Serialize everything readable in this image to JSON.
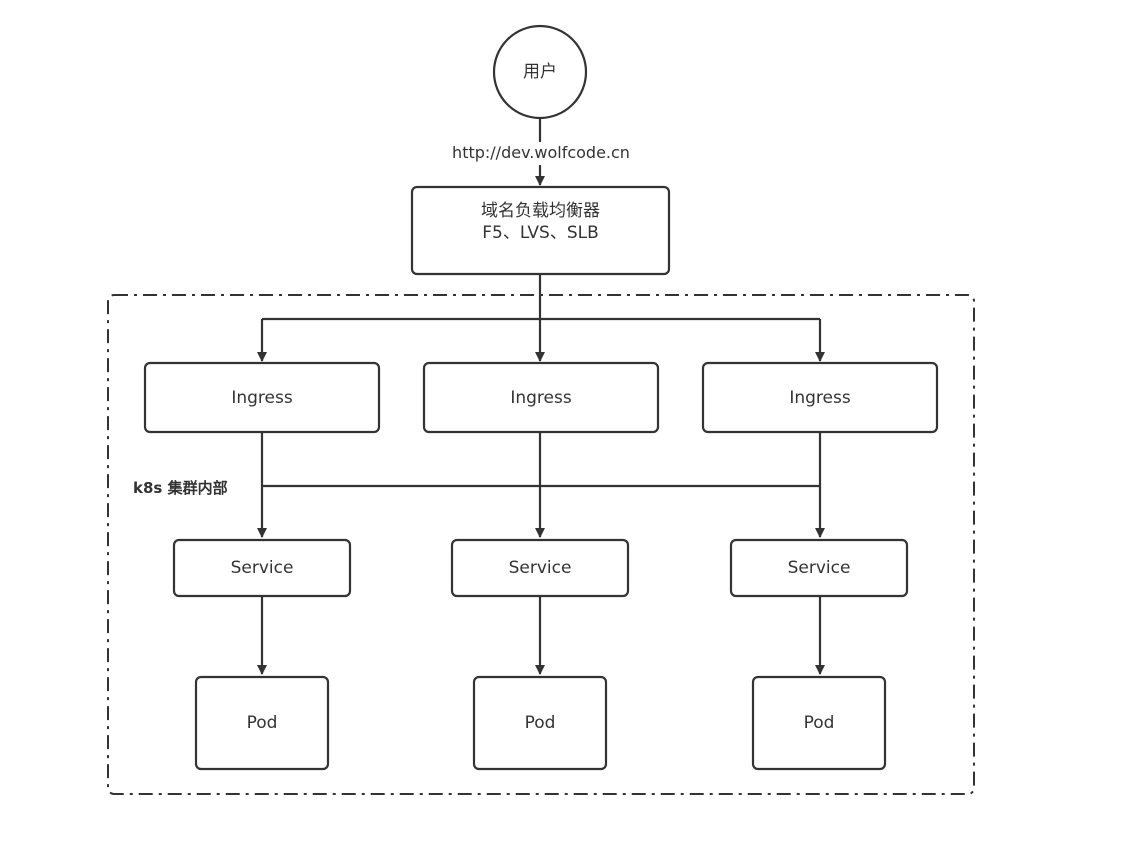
{
  "user": {
    "label": "用户"
  },
  "edge_label": "http://dev.wolfcode.cn",
  "load_balancer": {
    "title": "域名负载均衡器",
    "subtitle": "F5、LVS、SLB"
  },
  "cluster": {
    "label": "k8s 集群内部"
  },
  "ingress": [
    {
      "label": "Ingress"
    },
    {
      "label": "Ingress"
    },
    {
      "label": "Ingress"
    }
  ],
  "service": [
    {
      "label": "Service"
    },
    {
      "label": "Service"
    },
    {
      "label": "Service"
    }
  ],
  "pod": [
    {
      "label": "Pod"
    },
    {
      "label": "Pod"
    },
    {
      "label": "Pod"
    }
  ],
  "colors": {
    "stroke": "#333333",
    "text": "#333333",
    "background": "#ffffff"
  }
}
